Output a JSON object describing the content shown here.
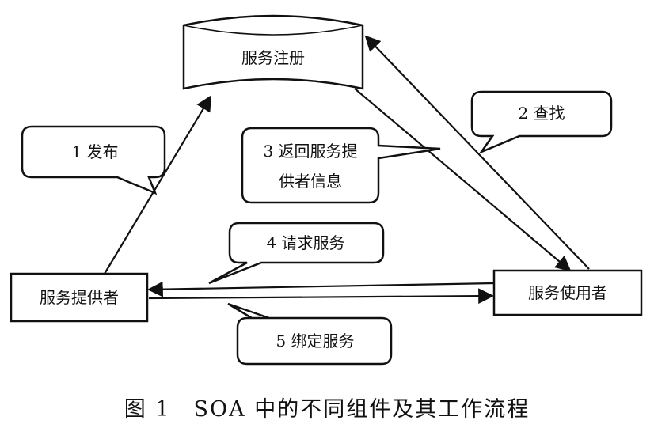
{
  "nodes": {
    "registry": {
      "label": "服务注册"
    },
    "provider": {
      "label": "服务提供者"
    },
    "consumer": {
      "label": "服务使用者"
    }
  },
  "callouts": {
    "publish": {
      "label": "1 发布"
    },
    "find": {
      "label": "2 查找"
    },
    "return_line1": {
      "label": "3 返回服务提"
    },
    "return_line2": {
      "label": "供者信息"
    },
    "request": {
      "label": "4 请求服务"
    },
    "bind": {
      "label": "5 绑定服务"
    }
  },
  "caption": {
    "text": "图 1　SOA 中的不同组件及其工作流程"
  }
}
